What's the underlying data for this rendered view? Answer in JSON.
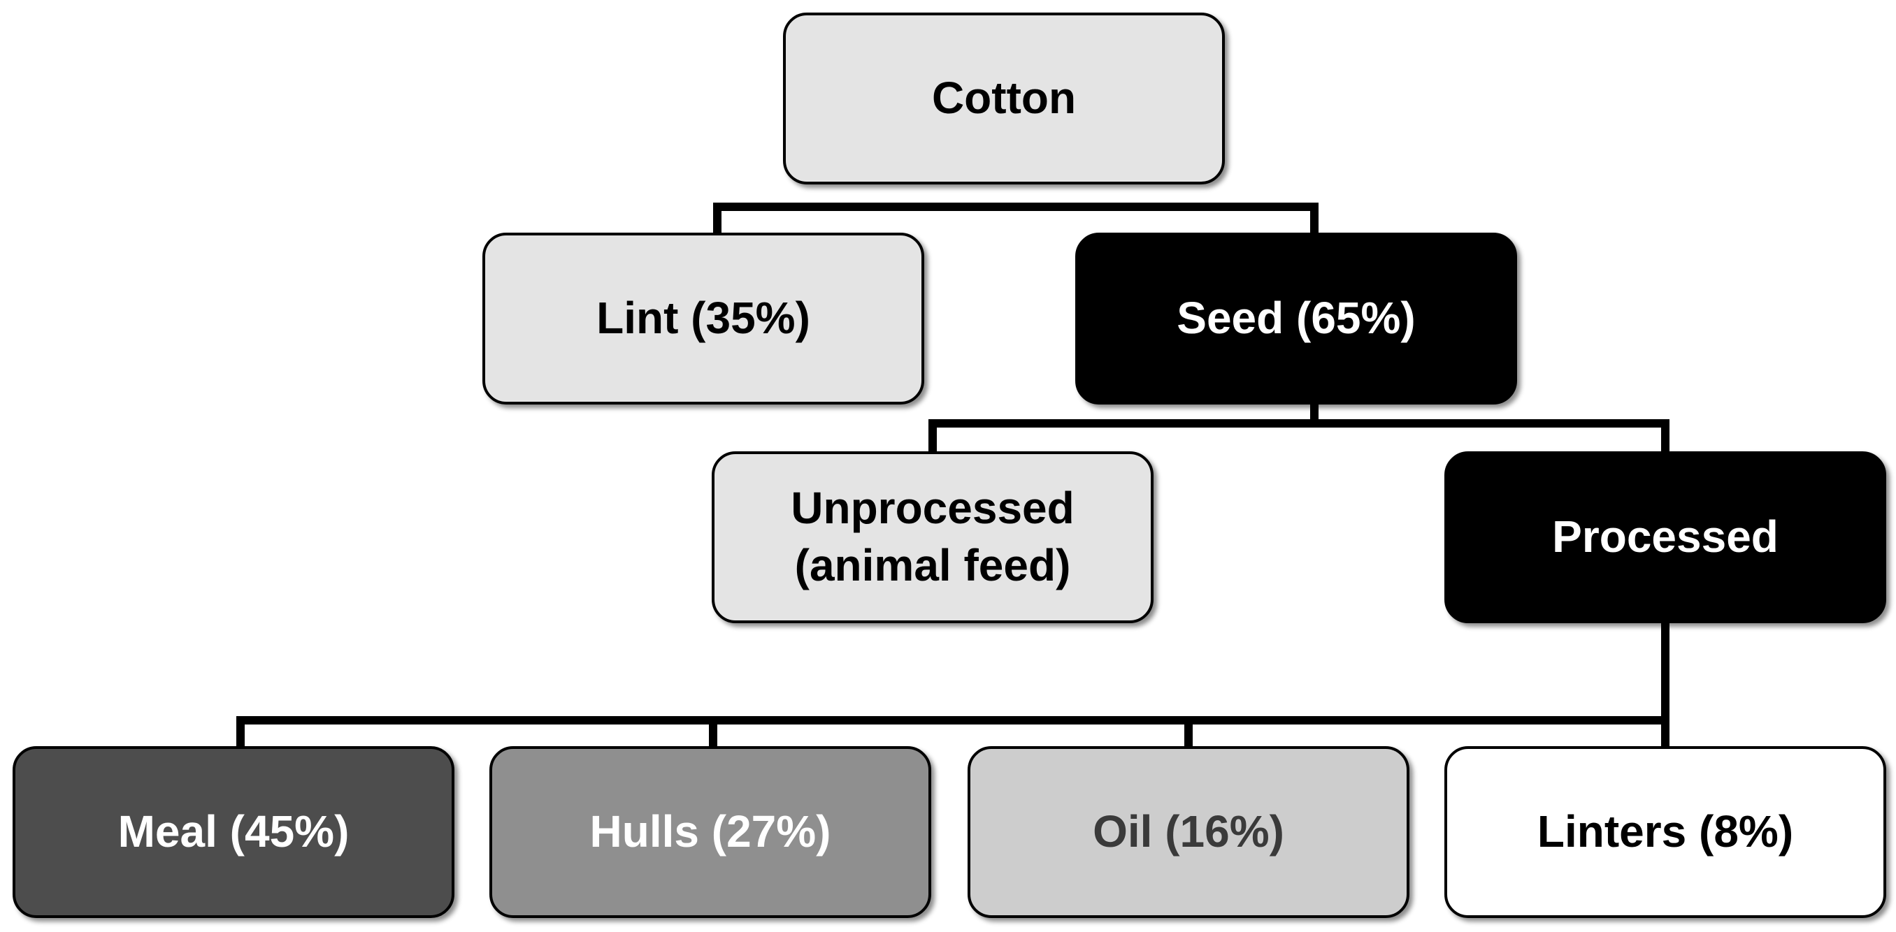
{
  "diagram": {
    "nodes": {
      "cotton": "Cotton",
      "lint": "Lint (35%)",
      "seed": "Seed (65%)",
      "unprocessed_line1": "Unprocessed",
      "unprocessed_line2": "(animal feed)",
      "processed": "Processed",
      "meal": "Meal (45%)",
      "hulls": "Hulls (27%)",
      "oil": "Oil (16%)",
      "linters": "Linters (8%)"
    },
    "edges": [
      {
        "from": "Cotton",
        "to": "Lint (35%)"
      },
      {
        "from": "Cotton",
        "to": "Seed (65%)"
      },
      {
        "from": "Seed (65%)",
        "to": "Unprocessed (animal feed)"
      },
      {
        "from": "Seed (65%)",
        "to": "Processed"
      },
      {
        "from": "Processed",
        "to": "Meal (45%)"
      },
      {
        "from": "Processed",
        "to": "Hulls (27%)"
      },
      {
        "from": "Processed",
        "to": "Oil (16%)"
      },
      {
        "from": "Processed",
        "to": "Linters (8%)"
      }
    ],
    "colors": {
      "light_fill": "#e4e4e4",
      "emphasis_fill": "#000000",
      "meal_fill": "#4d4d4d",
      "hulls_fill": "#8f8f8f",
      "oil_fill": "#cdcdcd",
      "linters_fill": "#ffffff",
      "connector": "#000000"
    }
  }
}
